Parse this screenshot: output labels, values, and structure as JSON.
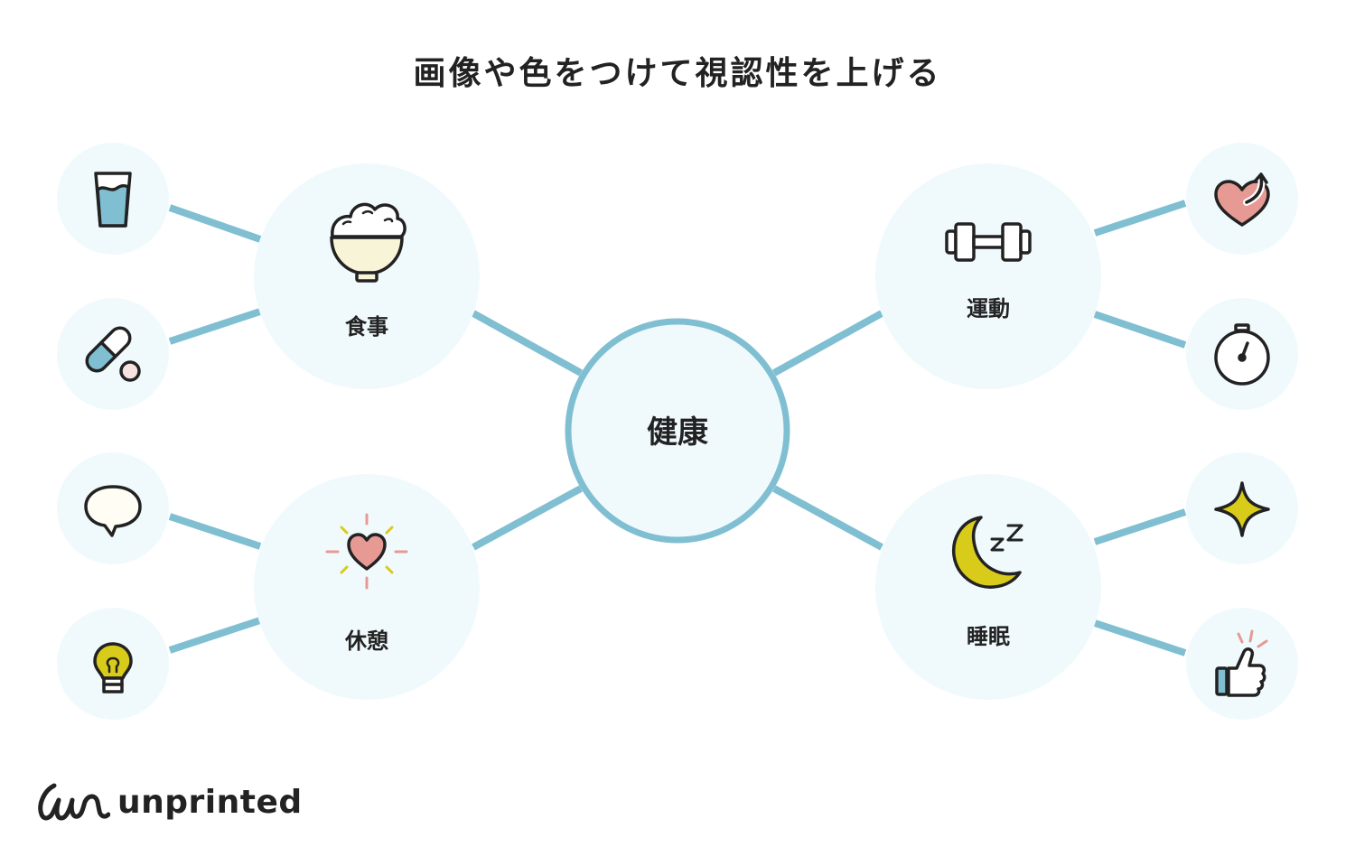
{
  "title": "画像や色をつけて視認性を上げる",
  "center": {
    "label": "健康"
  },
  "branches": {
    "meal": {
      "label": "食事",
      "icon": "rice-bowl-icon"
    },
    "exercise": {
      "label": "運動",
      "icon": "dumbbell-icon"
    },
    "rest": {
      "label": "休憩",
      "icon": "sparkling-heart-icon"
    },
    "sleep": {
      "label": "睡眠",
      "icon": "moon-zzz-icon"
    }
  },
  "leaves": {
    "meal": [
      "water-glass-icon",
      "pill-icon"
    ],
    "exercise": [
      "heart-rate-up-icon",
      "stopwatch-icon"
    ],
    "rest": [
      "speech-bubble-icon",
      "lightbulb-icon"
    ],
    "sleep": [
      "sparkle-star-icon",
      "thumbs-up-icon"
    ]
  },
  "colors": {
    "connector": "#7fbfd1",
    "node_fill": "#f0fafd",
    "center_stroke": "#7fbfd1",
    "outline": "#222222"
  },
  "logo": {
    "text": "unprinted"
  }
}
